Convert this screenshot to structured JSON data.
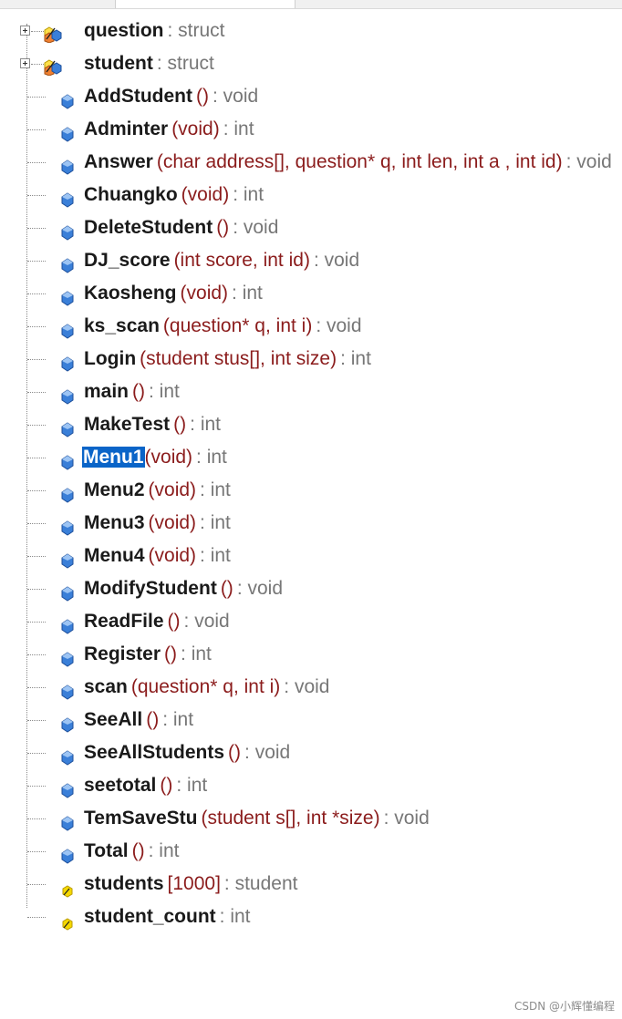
{
  "colors": {
    "selection_bg": "#0a64c8",
    "args_color": "#8b1c1c",
    "type_color": "#777777",
    "function_icon": "#3a7fd8",
    "struct_icon": "#f08030",
    "variable_icon": "#f5d800"
  },
  "rows": [
    {
      "kind": "struct",
      "name": "question",
      "args": "",
      "type": ": struct",
      "expandable": true
    },
    {
      "kind": "struct",
      "name": "student",
      "args": "",
      "type": ": struct",
      "expandable": true
    },
    {
      "kind": "function",
      "name": "AddStudent",
      "args": "()",
      "type": ": void"
    },
    {
      "kind": "function",
      "name": "Adminter",
      "args": "(void)",
      "type": ": int"
    },
    {
      "kind": "function",
      "name": "Answer",
      "args": "(char address[], question* q, int len, int a , int id)",
      "type": ": void"
    },
    {
      "kind": "function",
      "name": "Chuangko",
      "args": "(void)",
      "type": ": int"
    },
    {
      "kind": "function",
      "name": "DeleteStudent",
      "args": "()",
      "type": ": void"
    },
    {
      "kind": "function",
      "name": "DJ_score",
      "args": "(int score, int id)",
      "type": ": void"
    },
    {
      "kind": "function",
      "name": "Kaosheng",
      "args": "(void)",
      "type": ": int"
    },
    {
      "kind": "function",
      "name": "ks_scan",
      "args": "(question* q, int i)",
      "type": ": void"
    },
    {
      "kind": "function",
      "name": "Login",
      "args": "(student stus[], int size)",
      "type": ": int"
    },
    {
      "kind": "function",
      "name": "main",
      "args": "()",
      "type": ": int"
    },
    {
      "kind": "function",
      "name": "MakeTest",
      "args": "()",
      "type": ": int"
    },
    {
      "kind": "function",
      "name": "Menu1",
      "args": "(void)",
      "type": ": int",
      "selected": true
    },
    {
      "kind": "function",
      "name": "Menu2",
      "args": "(void)",
      "type": ": int"
    },
    {
      "kind": "function",
      "name": "Menu3",
      "args": "(void)",
      "type": ": int"
    },
    {
      "kind": "function",
      "name": "Menu4",
      "args": "(void)",
      "type": ": int"
    },
    {
      "kind": "function",
      "name": "ModifyStudent",
      "args": "()",
      "type": ": void"
    },
    {
      "kind": "function",
      "name": "ReadFile",
      "args": "()",
      "type": ": void"
    },
    {
      "kind": "function",
      "name": "Register",
      "args": "()",
      "type": ": int"
    },
    {
      "kind": "function",
      "name": "scan",
      "args": "(question* q, int i)",
      "type": ": void"
    },
    {
      "kind": "function",
      "name": "SeeAll",
      "args": "()",
      "type": ": int"
    },
    {
      "kind": "function",
      "name": "SeeAllStudents",
      "args": "()",
      "type": ": void"
    },
    {
      "kind": "function",
      "name": "seetotal",
      "args": "()",
      "type": ": int"
    },
    {
      "kind": "function",
      "name": "TemSaveStu",
      "args": "(student s[], int *size)",
      "type": ": void"
    },
    {
      "kind": "function",
      "name": "Total",
      "args": "()",
      "type": ": int"
    },
    {
      "kind": "variable",
      "name": "students",
      "args": "[1000]",
      "type": ": student"
    },
    {
      "kind": "variable",
      "name": "student_count",
      "args": "",
      "type": ": int"
    }
  ],
  "watermark": "CSDN @小辉懂编程"
}
